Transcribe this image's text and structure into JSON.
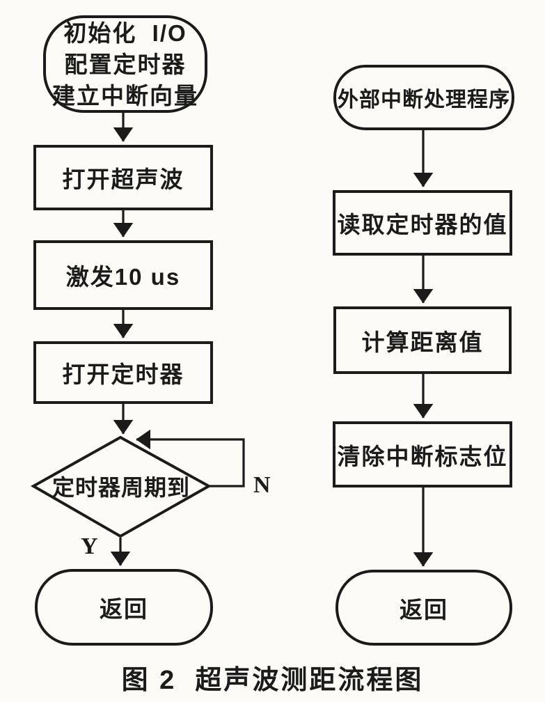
{
  "figure": {
    "caption": "图 2  超声波测距流程图",
    "labels": {
      "yes": "Y",
      "no": "N"
    }
  },
  "left_flow": {
    "nodes": [
      {
        "type": "terminator",
        "lines": [
          "初始化  I/O",
          "配置定时器",
          "建立中断向量"
        ]
      },
      {
        "type": "process",
        "label": "打开超声波"
      },
      {
        "type": "process",
        "label": "激发10 us"
      },
      {
        "type": "process",
        "label": "打开定时器"
      },
      {
        "type": "decision",
        "label": "定时器周期到"
      },
      {
        "type": "terminator",
        "label": "返回"
      }
    ]
  },
  "right_flow": {
    "nodes": [
      {
        "type": "terminator",
        "label": "外部中断处理程序"
      },
      {
        "type": "process",
        "label": "读取定时器的值"
      },
      {
        "type": "process",
        "label": "计算距离值"
      },
      {
        "type": "process",
        "label": "清除中断标志位"
      },
      {
        "type": "terminator",
        "label": "返回"
      }
    ]
  }
}
